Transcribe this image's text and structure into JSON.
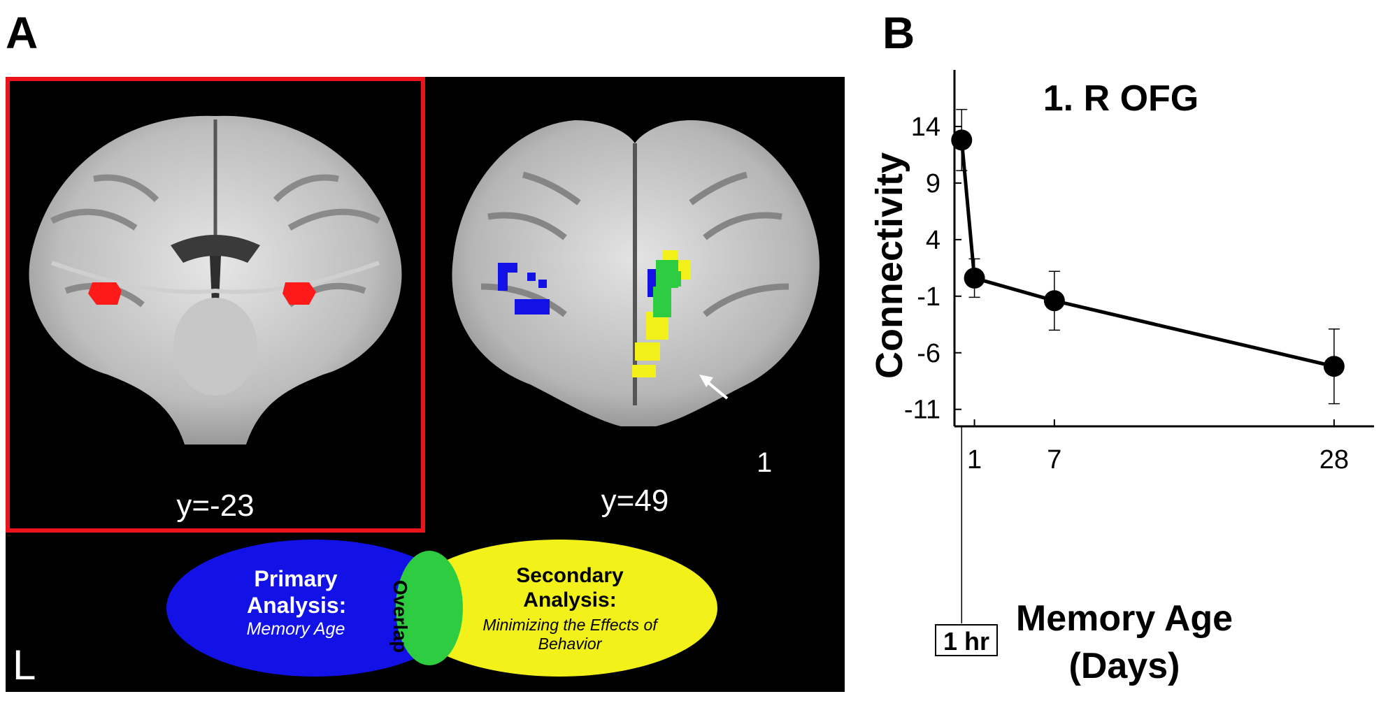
{
  "panel_a": {
    "letter": "A",
    "slice_left_label": "y=-23",
    "slice_right_label": "y=49",
    "arrow_label": "1",
    "hemisphere_label": "L",
    "legend": {
      "primary_title": "Primary Analysis:",
      "primary_sub": "Memory Age",
      "overlap": "Overlap",
      "secondary_title": "Secondary Analysis:",
      "secondary_sub": "Minimizing the Effects of Behavior"
    },
    "colors": {
      "roi": "#ff1a1a",
      "primary": "#1212e6",
      "secondary": "#f2f21a",
      "overlap": "#2ecc40",
      "frame": "#e8141a"
    }
  },
  "panel_b": {
    "letter": "B",
    "chart_data": {
      "type": "line",
      "title": "1. R OFG",
      "xlabel_line1": "Memory Age",
      "xlabel_line2": "(Days)",
      "ylabel": "Connectivity",
      "x_tick_labels": [
        "1",
        "7",
        "28"
      ],
      "x_ticks": [
        1,
        7,
        28
      ],
      "baseline_label": "1 hr",
      "y_ticks": [
        14,
        9,
        4,
        -1,
        -6,
        -11
      ],
      "y_tick_labels": [
        "14",
        "9",
        "4",
        "-1",
        "-6",
        "-11"
      ],
      "xlim": [
        -0.5,
        31
      ],
      "ylim": [
        -12.5,
        19
      ],
      "points": [
        {
          "x": 0.04,
          "y": 12.8,
          "err": 2.7
        },
        {
          "x": 1,
          "y": 0.6,
          "err": 1.7
        },
        {
          "x": 7,
          "y": -1.4,
          "err": 2.6
        },
        {
          "x": 28,
          "y": -7.2,
          "err": 3.3
        }
      ]
    }
  }
}
